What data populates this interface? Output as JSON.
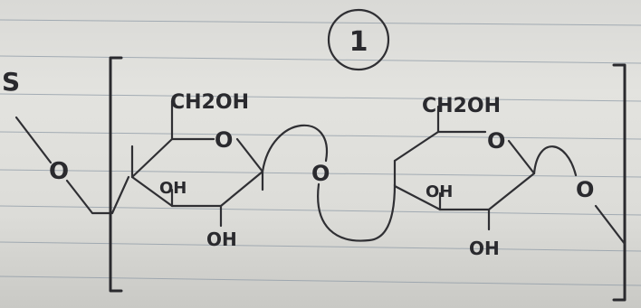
{
  "page_label": "1",
  "left_fragment_text": "S",
  "unit1": {
    "ch2oh": "CH2OH",
    "ring_oxygen": "O",
    "oh_inner": "OH",
    "oh_lower": "OH"
  },
  "bridge_oxygen": "O",
  "unit2": {
    "ch2oh": "CH2OH",
    "ring_oxygen": "O",
    "oh_inner": "OH",
    "oh_lower": "OH"
  },
  "tail_oxygen": "O",
  "left_oxygen": "O"
}
